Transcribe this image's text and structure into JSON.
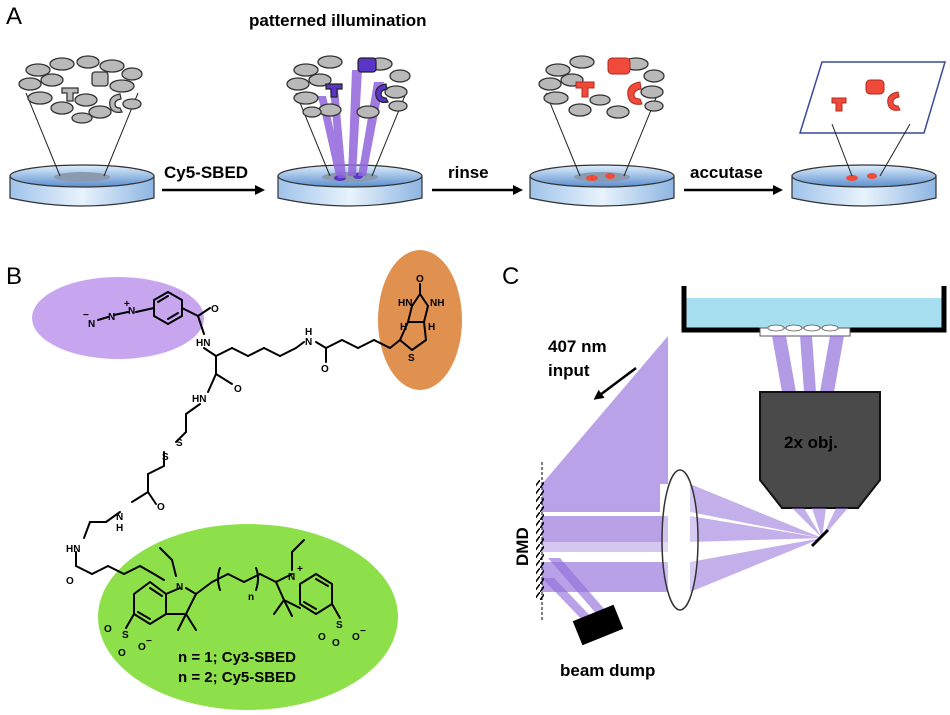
{
  "panel_a": {
    "letter": "A",
    "title": "patterned illumination",
    "arrow_labels": [
      "Cy5-SBED",
      "rinse",
      "accutase"
    ]
  },
  "panel_b": {
    "letter": "B",
    "atoms": {
      "n1": "N",
      "n2": "N",
      "n3": "N",
      "minus": "−",
      "plus": "+",
      "o_amide1": "O",
      "nh_amide1": "HN",
      "nh_amide2": "N",
      "h_amide2": "H",
      "o_amide2": "O",
      "hn_amide3": "HN",
      "o_amide3": "O",
      "s1": "S",
      "s2": "S",
      "nh_amide4": "N",
      "h_amide4": "H",
      "o_amide4": "O",
      "hn_amide5": "HN",
      "o_amide5": "O",
      "biotin_o": "O",
      "biotin_hn": "HN",
      "biotin_nh": "NH",
      "biotin_h1": "H",
      "biotin_h2": "H",
      "biotin_s": "S",
      "cy_n1": "N",
      "cy_n2": "N",
      "cy_plus": "+",
      "cy_n": "n",
      "so3_1": "O",
      "so3_2": "S",
      "so3_3": "O",
      "so3_4": "O",
      "so3_minus1": "−",
      "so3_5": "O",
      "so3_6": "S",
      "so3_7": "O",
      "so3_8": "O",
      "so3_minus2": "−"
    },
    "legend_lines": [
      "n = 1; Cy3-SBED",
      "n = 2; Cy5-SBED"
    ],
    "colors": {
      "azide_highlight": "#c7a6ef",
      "biotin_highlight": "#e0914f",
      "cy_highlight": "#8ee04a"
    }
  },
  "panel_c": {
    "letter": "C",
    "input_label_1": "407 nm",
    "input_label_2": "input",
    "dmd_label": "DMD",
    "objective_label": "2x obj.",
    "dump_label": "beam dump",
    "colors": {
      "beam": "#9370db",
      "water": "#a8dff0",
      "objective": "#4a4a4a"
    }
  }
}
